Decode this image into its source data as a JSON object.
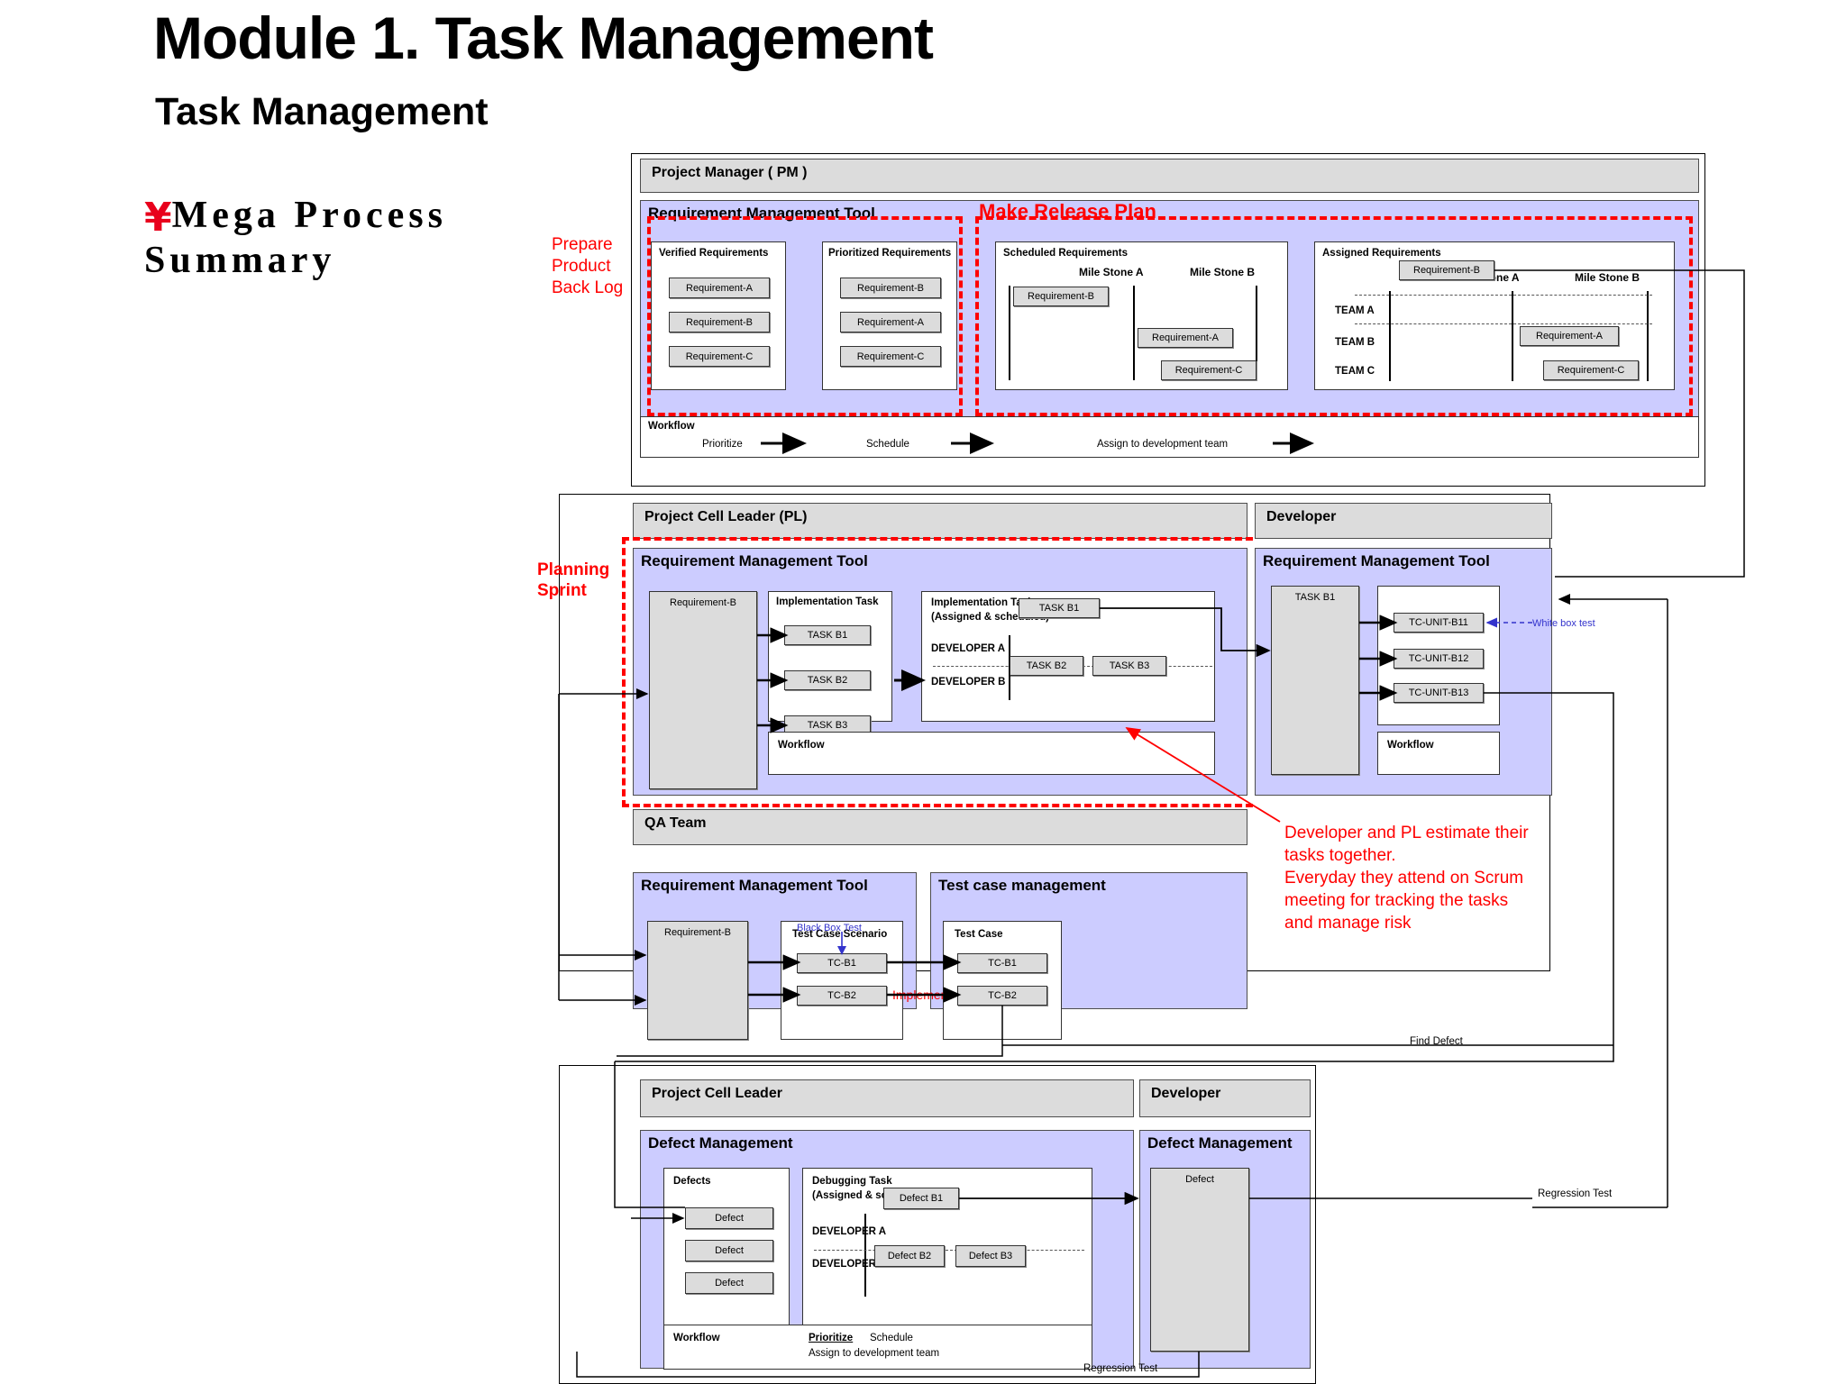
{
  "slide": {
    "title": "Module 1. Task Management",
    "subtitle": "Task Management",
    "bullet_marker": "¥",
    "bullet_text": "Mega Process Summary"
  },
  "annotations": {
    "prepare_product_backlog": "Prepare\nProduct\nBack Log",
    "prepare_l1": "Prepare",
    "prepare_l2": "Product",
    "prepare_l3": "Back Log",
    "make_release_plan": "Make Release Plan",
    "planning_sprint_l1": "Planning",
    "planning_sprint_l2": "Sprint",
    "scrum_note_l1": "Developer and PL estimate their",
    "scrum_note_l2": "tasks together.",
    "scrum_note_l3": "Everyday they attend on Scrum",
    "scrum_note_l4": "meeting for tracking the tasks",
    "scrum_note_l5": "and manage risk",
    "white_box_test": "White box test",
    "black_box_test": "Black Box Test",
    "implement": "Implement",
    "find_defect": "Find Defect",
    "regression_test_right": "Regression Test",
    "regression_test_bottom": "Regression Test"
  },
  "pm_section": {
    "lane_label": "Project Manager ( PM )",
    "tool_title": "Requirement Management Tool",
    "verified": {
      "title": "Verified Requirements",
      "items": [
        "Requirement-A",
        "Requirement-B",
        "Requirement-C"
      ]
    },
    "prioritized": {
      "title": "Prioritized Requirements",
      "items": [
        "Requirement-B",
        "Requirement-A",
        "Requirement-C"
      ]
    },
    "scheduled": {
      "title": "Scheduled Requirements",
      "milestones": [
        "Mile Stone A",
        "Mile Stone B"
      ],
      "items": [
        "Requirement-B",
        "Requirement-A",
        "Requirement-C"
      ]
    },
    "assigned": {
      "title": "Assigned Requirements",
      "milestones": [
        "Mile Stone A",
        "Mile Stone B"
      ],
      "teams": [
        "TEAM A",
        "TEAM B",
        "TEAM C"
      ],
      "items": [
        "Requirement-B",
        "Requirement-A",
        "Requirement-C"
      ]
    },
    "workflow": {
      "title": "Workflow",
      "steps": [
        "Prioritize",
        "Schedule",
        "Assign to development team"
      ]
    }
  },
  "pl_section": {
    "lane_label": "Project Cell Leader  (PL)",
    "tool_title": "Requirement Management Tool",
    "requirement_box": "Requirement-B",
    "impl_task_title": "Implementation Task",
    "impl_tasks": [
      "TASK B1",
      "TASK B2",
      "TASK B3"
    ],
    "assigned_title_l1": "Implementation Task",
    "assigned_title_l2": "(Assigned & scheduled)",
    "developer_a": "DEVELOPER A",
    "developer_b": "DEVELOPER B",
    "dev_a_tasks": [
      "TASK B1"
    ],
    "dev_b_tasks": [
      "TASK B2",
      "TASK B3"
    ],
    "workflow_title": "Workflow"
  },
  "dev_section": {
    "lane_label": "Developer",
    "tool_title": "Requirement Management Tool",
    "task_box": "TASK B1",
    "unit_tests": [
      "TC-UNIT-B11",
      "TC-UNIT-B12",
      "TC-UNIT-B13"
    ],
    "workflow_title": "Workflow"
  },
  "qa_section": {
    "lane_label": "QA Team",
    "tool_title": "Requirement Management Tool",
    "requirement_box": "Requirement-B",
    "scenario_title": "Test Case Scenario",
    "scenario_items": [
      "TC-B1",
      "TC-B2"
    ],
    "tcm_title": "Test case management",
    "testcase_title": "Test Case",
    "testcase_items": [
      "TC-B1",
      "TC-B2"
    ]
  },
  "defect_section": {
    "pl_lane_label": "Project Cell Leader",
    "dev_lane_label": "Developer",
    "pl_tool_title": "Defect Management",
    "dev_tool_title": "Defect Management",
    "defects_title": "Defects",
    "defects_items": [
      "Defect",
      "Defect",
      "Defect"
    ],
    "debug_title_l1": "Debugging Task",
    "debug_title_l2": "(Assigned & scheduled)",
    "developer_a": "DEVELOPER A",
    "developer_b": "DEVELOPER B",
    "dev_a_defects": [
      "Defect B1"
    ],
    "dev_b_defects": [
      "Defect B2",
      "Defect B3"
    ],
    "workflow_title": "Workflow",
    "workflow_step1": "Prioritize",
    "workflow_step2": "Schedule",
    "workflow_step3": "Assign to development team",
    "dev_defect_box": "Defect"
  },
  "colors": {
    "tool_fill": "#ccccff",
    "lane_fill": "#dcdcdc",
    "chip_fill": "#dcdcdc",
    "annotation_red": "#ff0000",
    "annotation_blue": "#3333cc"
  }
}
